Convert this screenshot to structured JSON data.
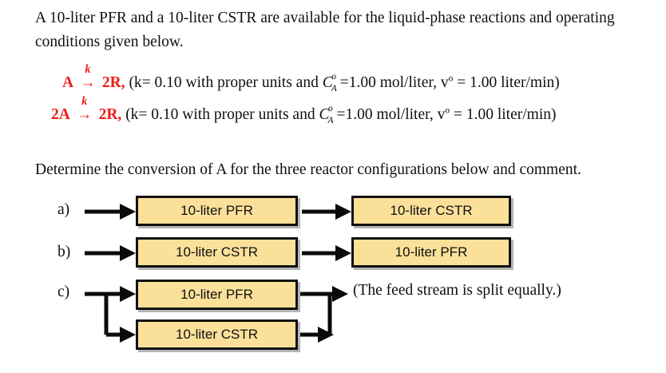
{
  "document": {
    "intro": "A 10-liter PFR and a 10-liter CSTR are available for the liquid-phase reactions and operating conditions given below.",
    "determine": "Determine the conversion of A for the three reactor configurations below and comment.",
    "split_note": "(The feed stream is split equally.)"
  },
  "reactions": [
    {
      "reactant": "A",
      "rate_label": "k",
      "arrow": "→",
      "product": "2R,",
      "conditions_open": "(k",
      "equals": "= 0.10 with proper units and",
      "conc_symbol": "C",
      "conc_superscript": "o",
      "conc_subscript": "A",
      "conc_value": "=1.00 mol/liter,",
      "flow_symbol": "v",
      "flow_superscript": "o",
      "flow_value": "= 1.00 liter/min)"
    },
    {
      "reactant": "2A",
      "rate_label": "k",
      "arrow": "→",
      "product": "2R,",
      "conditions_open": "(k",
      "equals": "= 0.10 with proper units and",
      "conc_symbol": "C",
      "conc_superscript": "o",
      "conc_subscript": "A",
      "conc_value": "=1.00 mol/liter,",
      "flow_symbol": "v",
      "flow_superscript": "o",
      "flow_value": "= 1.00 liter/min)"
    }
  ],
  "configurations": [
    {
      "label": "a)",
      "arrangement": "series",
      "reactors": [
        "10-liter PFR",
        "10-liter CSTR"
      ]
    },
    {
      "label": "b)",
      "arrangement": "series",
      "reactors": [
        "10-liter CSTR",
        "10-liter PFR"
      ]
    },
    {
      "label": "c)",
      "arrangement": "parallel",
      "reactors": [
        "10-liter PFR",
        "10-liter CSTR"
      ],
      "note": "(The feed stream is split equally.)"
    }
  ],
  "colors": {
    "reaction_red": "#ee1c16",
    "reactor_fill": "#fbe09a",
    "reactor_border": "#111111",
    "text": "#101010",
    "background": "#ffffff"
  }
}
